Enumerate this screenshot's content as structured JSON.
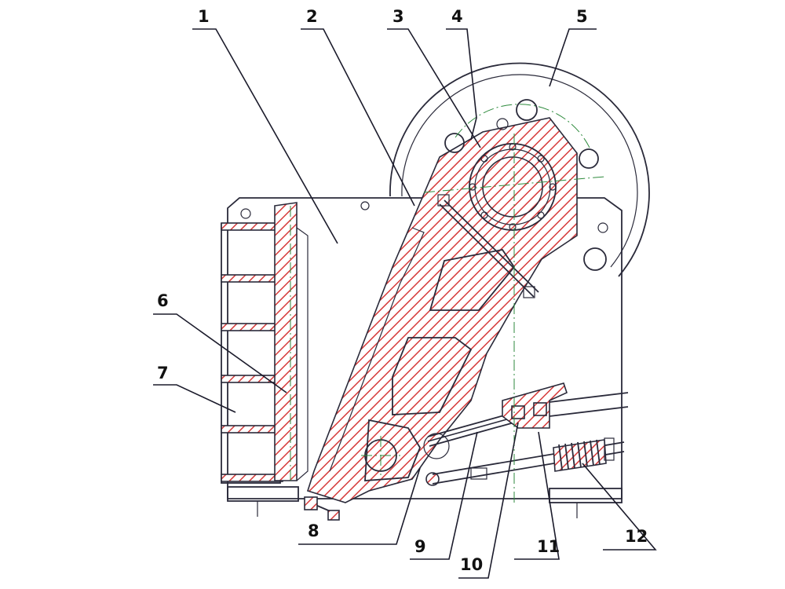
{
  "labels": [
    {
      "id": "1",
      "text": "1"
    },
    {
      "id": "2",
      "text": "2"
    },
    {
      "id": "3",
      "text": "3"
    },
    {
      "id": "4",
      "text": "4"
    },
    {
      "id": "5",
      "text": "5"
    },
    {
      "id": "6",
      "text": "6"
    },
    {
      "id": "7",
      "text": "7"
    },
    {
      "id": "8",
      "text": "8"
    },
    {
      "id": "9",
      "text": "9"
    },
    {
      "id": "10",
      "text": "10"
    },
    {
      "id": "11",
      "text": "11"
    },
    {
      "id": "12",
      "text": "12"
    }
  ],
  "colors": {
    "hatch": "#d63a3a",
    "outline": "#2a2a3a",
    "centerline": "#2d8a3c",
    "label": "#111111"
  }
}
